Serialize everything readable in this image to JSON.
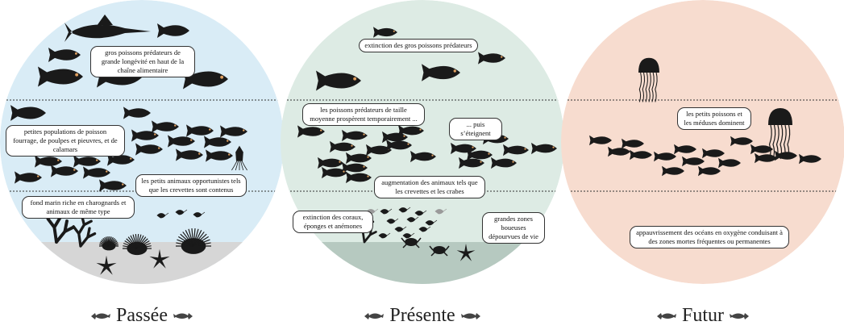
{
  "colors": {
    "past_bg": "#d9ecf6",
    "present_bg": "#ddebe4",
    "future_bg": "#f7dccf",
    "seafloor": "#d6d6d6",
    "present_seafloor": "#b6c9c0",
    "silhouette": "#1a1a1a"
  },
  "panels": {
    "past": {
      "title": "Passée",
      "notes": {
        "predators": "gros poissons prédateurs de grande longévité en haut de la chaîne alimentaire",
        "forage": "petites populations de poisson fourrage, de poulpes et pieuvres, et de calamars",
        "opportunists": "les petits animaux opportunistes tels que les crevettes sont contenus",
        "seafloor": "fond marin riche en charognards et animaux de même type"
      }
    },
    "present": {
      "title": "Présente",
      "notes": {
        "extinction_predators": "extinction des gros poissons prédateurs",
        "mid_predators": "les poissons prédateurs de taille moyenne prospèrent temporairement ...",
        "die_out": "... puis s’éteignent",
        "shrimp_increase": "augmentation des animaux tels que les crevettes et les crabes",
        "coral_extinction": "extinction des coraux, éponges et anémones",
        "muddy_zones": "grandes zones boueuses dépourvues de vie"
      }
    },
    "future": {
      "title": "Futur",
      "notes": {
        "dominate": "les petits poissons et les méduses dominent",
        "oxygen": "appauvrissement des océans en oxygène conduisant à des zones mortes fréquentes ou permanentes"
      }
    }
  }
}
